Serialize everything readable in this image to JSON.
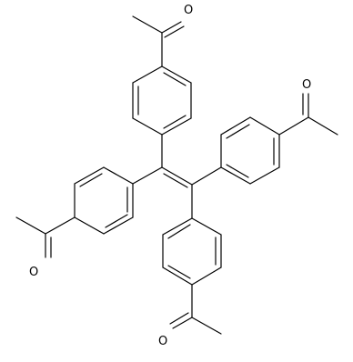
{
  "molecule": {
    "atom_labels": [
      {
        "id": "o-top",
        "text": "O"
      },
      {
        "id": "o-right",
        "text": "O"
      },
      {
        "id": "o-left",
        "text": "O"
      },
      {
        "id": "o-bottom",
        "text": "O"
      }
    ]
  }
}
